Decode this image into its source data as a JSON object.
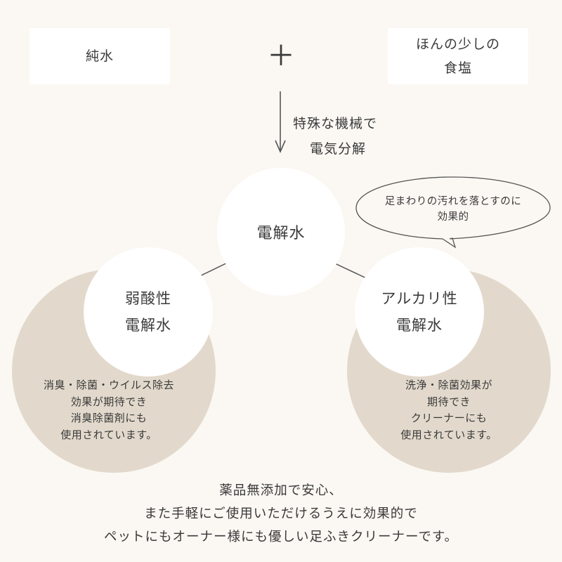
{
  "inputs": {
    "left": [
      "純水"
    ],
    "right": [
      "ほんの少しの",
      "食塩"
    ],
    "operator": "＋"
  },
  "process": {
    "label_lines": [
      "特殊な機械で",
      "電気分解"
    ]
  },
  "center": {
    "label": "電解水"
  },
  "acidic": {
    "title_lines": [
      "弱酸性",
      "電解水"
    ],
    "desc_lines": [
      "消臭・除菌・ウイルス除去",
      "効果が期待でき",
      "消臭除菌剤にも",
      "使用されています。"
    ]
  },
  "alkaline": {
    "title_lines": [
      "アルカリ性",
      "電解水"
    ],
    "desc_lines": [
      "洗浄・除菌効果が",
      "期待でき",
      "クリーナーにも",
      "使用されています。"
    ]
  },
  "bubble": {
    "lines": [
      "足まわりの汚れを落とすのに",
      "効果的"
    ]
  },
  "summary": {
    "lines": [
      "薬品無添加で安心、",
      "また手軽にご使用いただけるうえに効果的で",
      "ペットにもオーナー様にも優しい足ふきクリーナーです。"
    ]
  },
  "colors": {
    "background": "#fbf8f3",
    "circle_beige": "#e2d9cc",
    "circle_white": "#ffffff",
    "text": "#3a3a3a"
  }
}
